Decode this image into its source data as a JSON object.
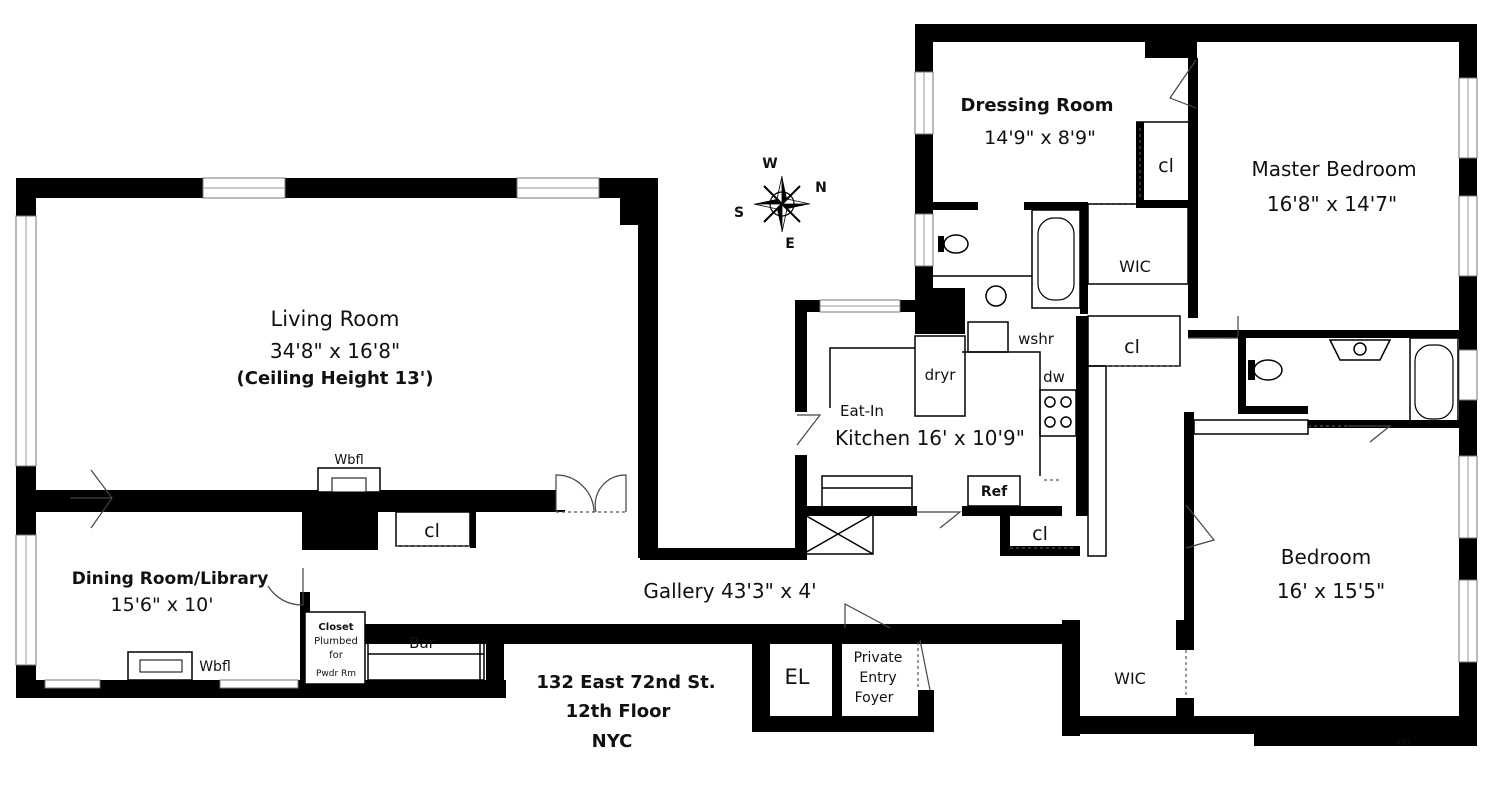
{
  "rooms": {
    "living": {
      "name": "Living Room",
      "size": "34'8\" x 16'8\"",
      "note": "(Ceiling Height 13')"
    },
    "dining": {
      "name": "Dining Room/Library",
      "size": "15'6\" x 10'"
    },
    "dressing": {
      "name": "Dressing Room",
      "size": "14'9\" x 8'9\""
    },
    "master": {
      "name": "Master Bedroom",
      "size": "16'8\" x 14'7\""
    },
    "kitchen": {
      "name_line1": "Eat-In",
      "name_line2": "Kitchen 16' x 10'9\""
    },
    "bedroom": {
      "name": "Bedroom",
      "size": "16' x 15'5\""
    },
    "gallery": {
      "name": "Gallery 43'3\" x 4'"
    }
  },
  "labels": {
    "wbfl": "Wbfl",
    "cl": "cl",
    "wic": "WIC",
    "dryr": "dryr",
    "wshr": "wshr",
    "dw": "dw",
    "ref": "Ref",
    "bar": "Bar",
    "el": "EL",
    "closet_1": "Closet",
    "closet_2": "Plumbed",
    "closet_3": "for",
    "closet_4": "Pwdr Rm",
    "private_1": "Private",
    "private_2": "Entry",
    "private_3": "Foyer"
  },
  "compass": {
    "w": "W",
    "n": "N",
    "s": "S",
    "e": "E",
    "icon": "compass-rose-icon"
  },
  "address": {
    "line1": "132 East 72nd St.",
    "line2": "12th Floor",
    "line3": "NYC"
  },
  "credit": "OH"
}
